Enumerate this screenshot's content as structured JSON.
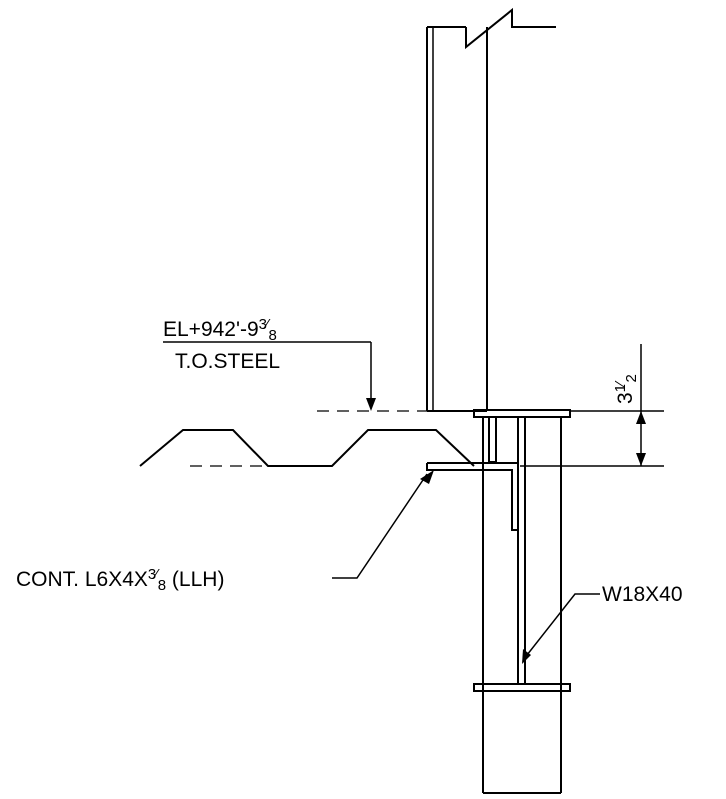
{
  "elevation": {
    "prefix": "EL+942'-9",
    "frac_num": "3",
    "frac_den": "8",
    "subtitle": "T.O.STEEL"
  },
  "dimension": {
    "whole": "3",
    "frac_num": "1",
    "frac_den": "2"
  },
  "angle_callout": {
    "prefix": "CONT. L6X4X",
    "frac_num": "3",
    "frac_den": "8",
    "suffix": " (LLH)"
  },
  "beam_callout": {
    "label": "W18X40"
  }
}
